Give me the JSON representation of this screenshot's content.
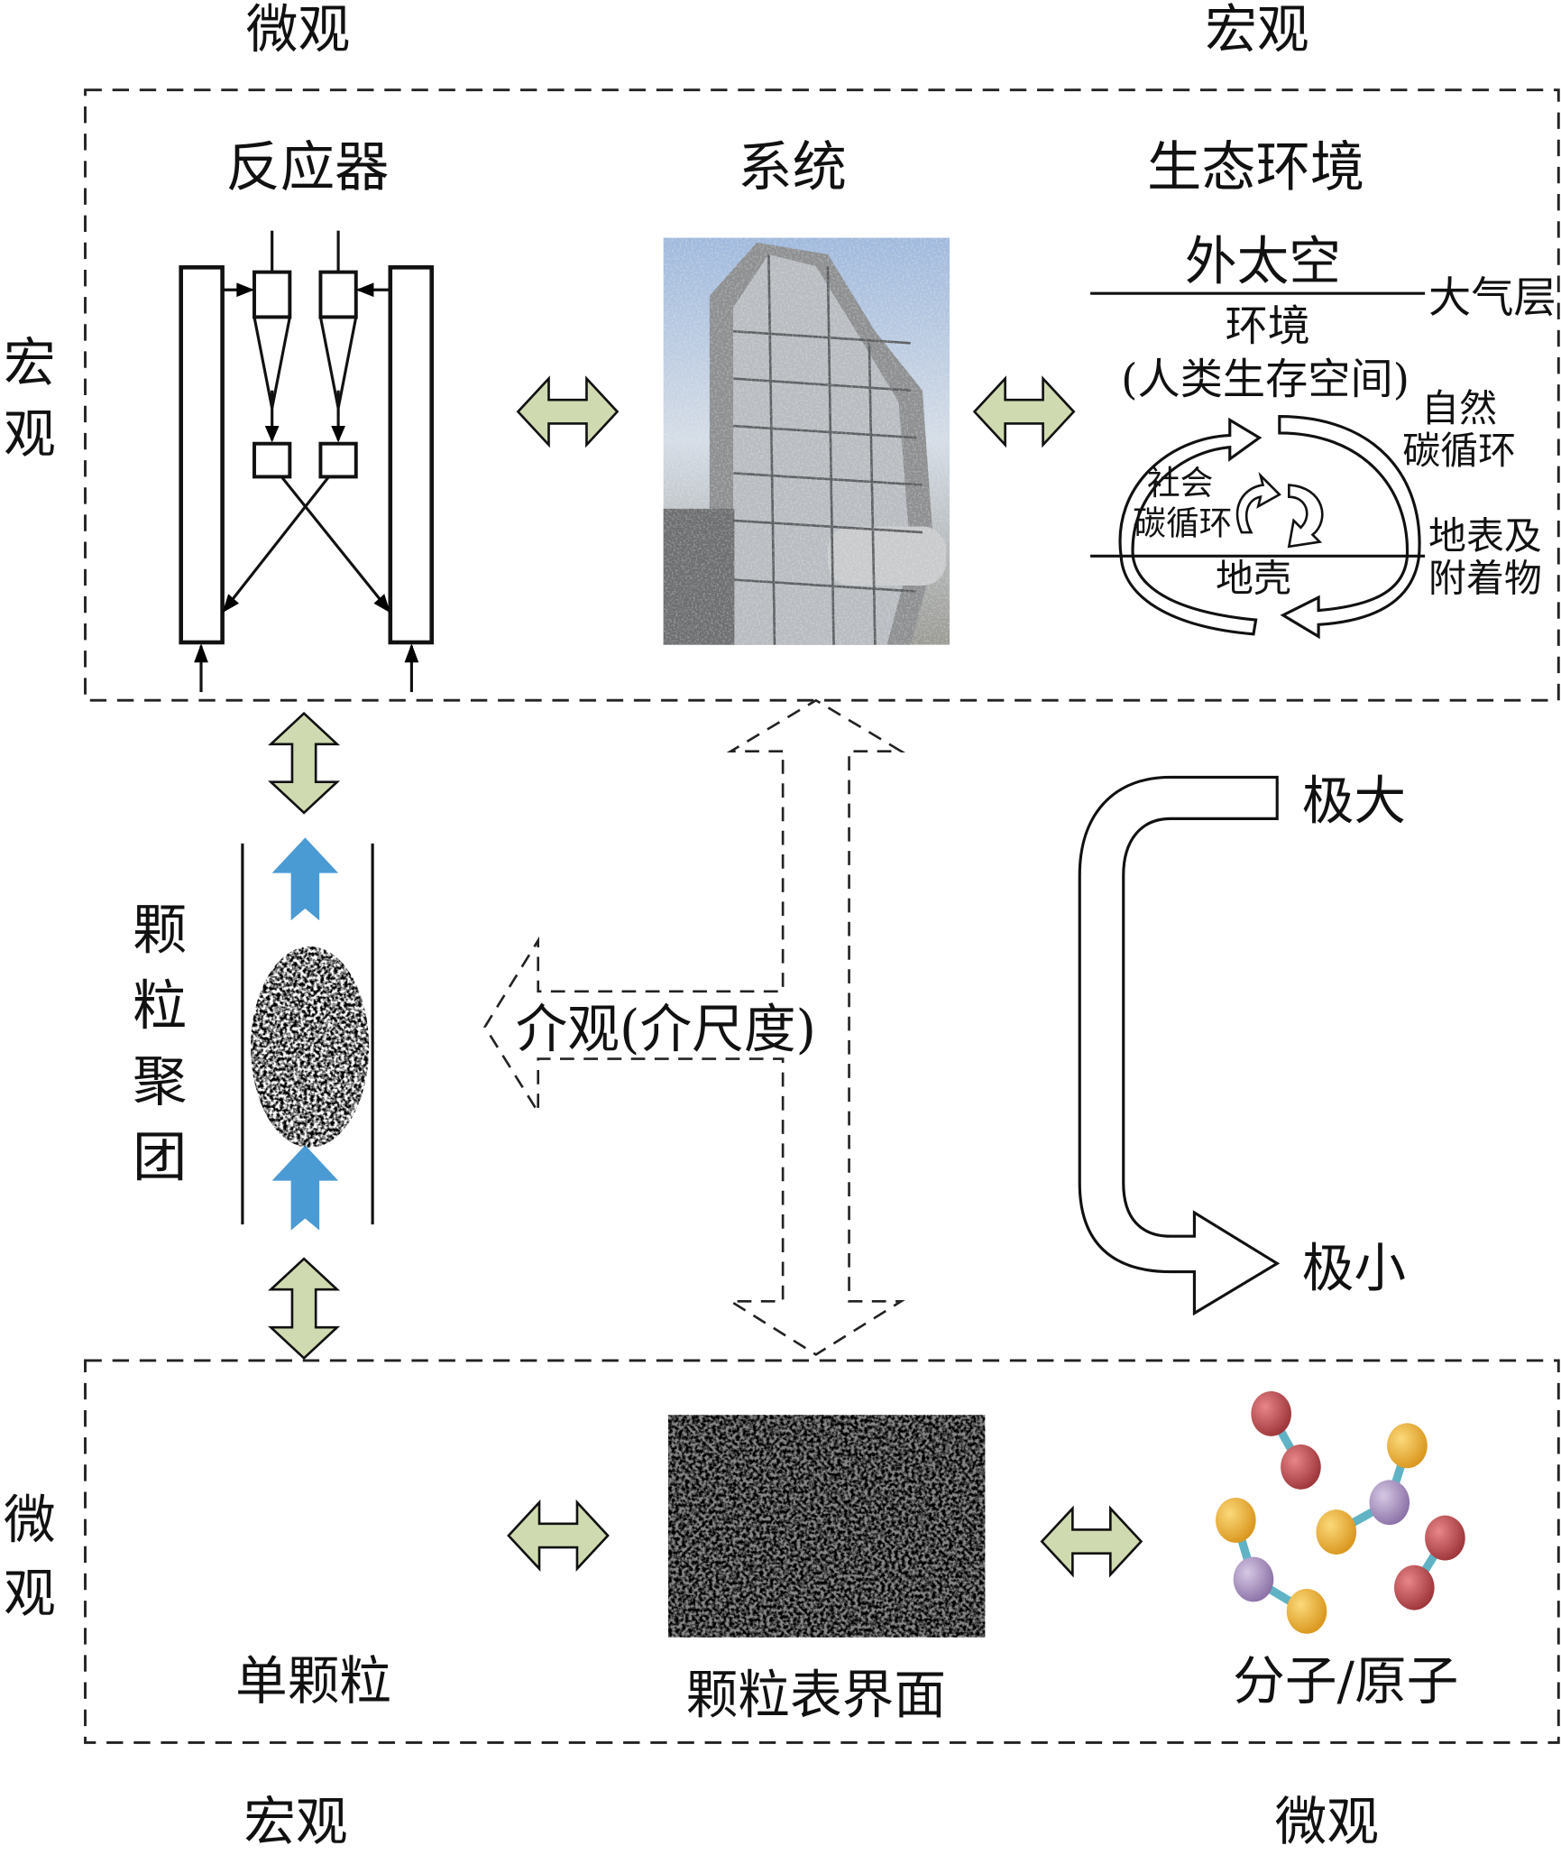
{
  "corner_labels": {
    "top_left": "微观",
    "top_right": "宏观",
    "bottom_left": "宏观",
    "bottom_right": "微观"
  },
  "side_labels": {
    "top_macro": [
      "宏",
      "观"
    ],
    "bottom_micro": [
      "微",
      "观"
    ]
  },
  "macro_box": {
    "reactor_title": "反应器",
    "system_title": "系统",
    "eco_title": "生态环境",
    "eco": {
      "outer_space": "外太空",
      "atmosphere": "大气层",
      "environment": "环境",
      "human_space": "(人类生存空间)",
      "natural_cycle": [
        "自然",
        "碳循环"
      ],
      "social_cycle": [
        "社会",
        "碳循环"
      ],
      "surface": [
        "地表及",
        "附着物"
      ],
      "crust": "地壳"
    }
  },
  "meso": {
    "cluster_label": [
      "颗",
      "粒",
      "聚",
      "团"
    ],
    "meso_label": "介观(介尺度)",
    "scale_max": "极大",
    "scale_min": "极小"
  },
  "micro_box": {
    "single_particle": "单颗粒",
    "particle_surface": "颗粒表界面",
    "molecule_atom": "分子/原子"
  },
  "colors": {
    "double_arrow_fill": "#cfdab0",
    "gas_flow_arrow": "#4a9ad4",
    "atom_red": "#b8464a",
    "atom_yellow": "#e8b030",
    "atom_purple": "#a891bf",
    "bond": "#5fb3c4"
  }
}
